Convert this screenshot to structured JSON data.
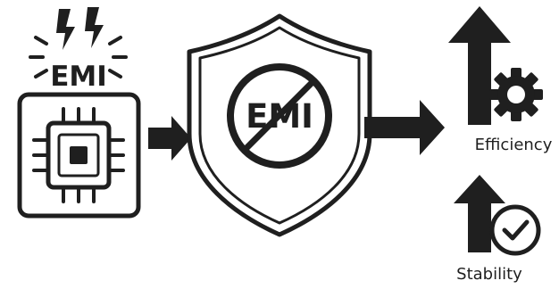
{
  "source": {
    "label": "EMI",
    "icons": [
      "lightning-bolt-icon",
      "microchip-icon"
    ]
  },
  "shield": {
    "label": "EMI",
    "icons": [
      "shield-icon",
      "prohibited-icon"
    ]
  },
  "outcomes": [
    {
      "label": "Efficiency",
      "icons": [
        "up-arrow-icon",
        "gear-icon"
      ]
    },
    {
      "label": "Stability",
      "icons": [
        "up-arrow-icon",
        "checkmark-circle-icon"
      ]
    }
  ],
  "colors": {
    "ink": "#1f1f1f",
    "background": "#ffffff"
  }
}
